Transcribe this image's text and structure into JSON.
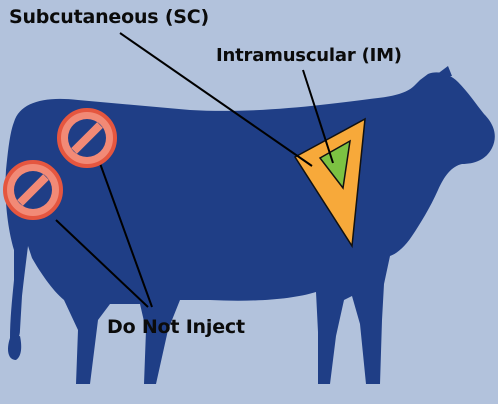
{
  "labels": {
    "subcutaneous": "Subcutaneous (SC)",
    "intramuscular": "Intramuscular (IM)",
    "do_not_inject": "Do Not Inject"
  },
  "colors": {
    "background": "#b2c2dc",
    "cow": "#1f3e86",
    "sc_zone": "#f7a93a",
    "im_zone": "#7cc242",
    "prohibited_fill": "#f28a76",
    "prohibited_stroke": "#e5563f",
    "leader_line": "#000000"
  }
}
